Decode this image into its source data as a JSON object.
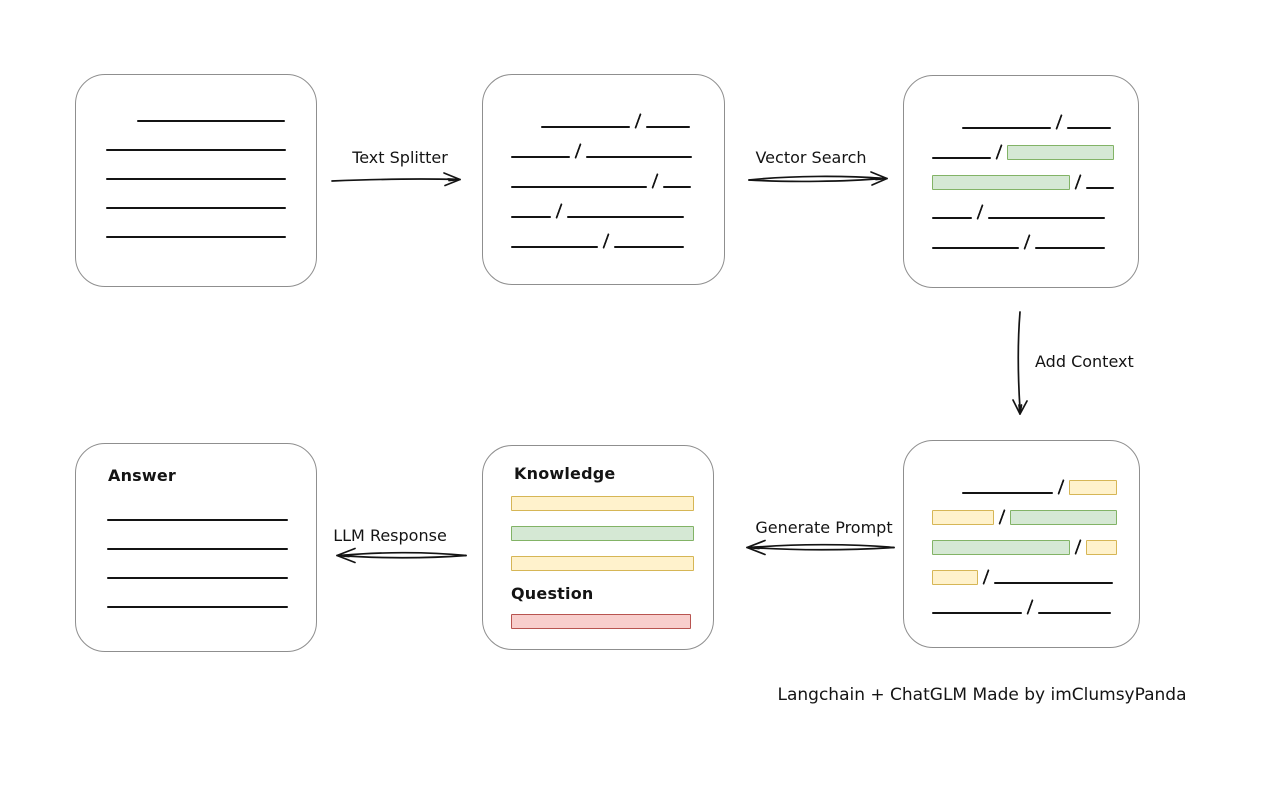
{
  "colors": {
    "ink": "#141414",
    "box_border": "#8f8f8f",
    "green_fill": "#d5e8d4",
    "green_border": "#82b366",
    "yellow_fill": "#fff2cc",
    "yellow_border": "#d6b656",
    "red_fill": "#f8cecc",
    "red_border": "#b85450"
  },
  "labels": {
    "text_splitter": "Text Splitter",
    "vector_search": "Vector Search",
    "add_context": "Add Context",
    "generate_prompt": "Generate Prompt",
    "llm_response": "LLM Response",
    "answer": "Answer",
    "knowledge": "Knowledge",
    "question": "Question",
    "caption": "Langchain + ChatGLM Made by imClumsyPanda"
  },
  "nodes": {
    "document": {
      "lines": [
        {
          "indent": 31,
          "w": 148
        },
        {
          "indent": 0,
          "w": 180
        },
        {
          "indent": 0,
          "w": 180
        },
        {
          "indent": 0,
          "w": 180
        },
        {
          "indent": 0,
          "w": 180
        }
      ]
    },
    "split_chunks": {
      "rows": [
        {
          "indent": 30,
          "segs": [
            {
              "t": "line",
              "w": 89
            },
            {
              "t": "slash"
            },
            {
              "t": "line",
              "w": 44
            }
          ]
        },
        {
          "indent": 0,
          "segs": [
            {
              "t": "line",
              "w": 59
            },
            {
              "t": "slash"
            },
            {
              "t": "line",
              "w": 106
            }
          ]
        },
        {
          "indent": 0,
          "segs": [
            {
              "t": "line",
              "w": 136
            },
            {
              "t": "slash"
            },
            {
              "t": "line",
              "w": 28
            }
          ]
        },
        {
          "indent": 0,
          "segs": [
            {
              "t": "line",
              "w": 40
            },
            {
              "t": "slash"
            },
            {
              "t": "line",
              "w": 117
            }
          ]
        },
        {
          "indent": 0,
          "segs": [
            {
              "t": "line",
              "w": 87
            },
            {
              "t": "slash"
            },
            {
              "t": "line",
              "w": 70
            }
          ]
        }
      ]
    },
    "vector_matched": {
      "rows": [
        {
          "indent": 30,
          "segs": [
            {
              "t": "line",
              "w": 89
            },
            {
              "t": "slash"
            },
            {
              "t": "line",
              "w": 44
            }
          ]
        },
        {
          "indent": 0,
          "segs": [
            {
              "t": "line",
              "w": 59
            },
            {
              "t": "slash"
            },
            {
              "t": "green",
              "w": 107
            }
          ]
        },
        {
          "indent": 0,
          "segs": [
            {
              "t": "green",
              "w": 138
            },
            {
              "t": "slash"
            },
            {
              "t": "line",
              "w": 28
            }
          ]
        },
        {
          "indent": 0,
          "segs": [
            {
              "t": "line",
              "w": 40
            },
            {
              "t": "slash"
            },
            {
              "t": "line",
              "w": 117
            }
          ]
        },
        {
          "indent": 0,
          "segs": [
            {
              "t": "line",
              "w": 87
            },
            {
              "t": "slash"
            },
            {
              "t": "line",
              "w": 70
            }
          ]
        }
      ]
    },
    "context_added": {
      "rows": [
        {
          "indent": 30,
          "segs": [
            {
              "t": "line",
              "w": 91
            },
            {
              "t": "slash"
            },
            {
              "t": "yellow",
              "w": 48
            }
          ]
        },
        {
          "indent": 0,
          "segs": [
            {
              "t": "yellow",
              "w": 62
            },
            {
              "t": "slash"
            },
            {
              "t": "green",
              "w": 107
            }
          ]
        },
        {
          "indent": 0,
          "segs": [
            {
              "t": "green",
              "w": 138
            },
            {
              "t": "slash"
            },
            {
              "t": "yellow",
              "w": 31
            }
          ]
        },
        {
          "indent": 0,
          "segs": [
            {
              "t": "yellow",
              "w": 46
            },
            {
              "t": "slash"
            },
            {
              "t": "line",
              "w": 119
            }
          ]
        },
        {
          "indent": 0,
          "segs": [
            {
              "t": "line",
              "w": 90
            },
            {
              "t": "slash"
            },
            {
              "t": "line",
              "w": 73
            }
          ]
        }
      ]
    },
    "prompt": {
      "knowledge_bars": [
        {
          "c": "yellow",
          "w": 183
        },
        {
          "c": "green",
          "w": 183
        },
        {
          "c": "yellow",
          "w": 183
        }
      ],
      "question_bars": [
        {
          "c": "red",
          "w": 180
        }
      ]
    },
    "answer": {
      "lines": [
        {
          "indent": 0,
          "w": 181
        },
        {
          "indent": 0,
          "w": 181
        },
        {
          "indent": 0,
          "w": 181
        },
        {
          "indent": 0,
          "w": 181
        }
      ]
    }
  }
}
